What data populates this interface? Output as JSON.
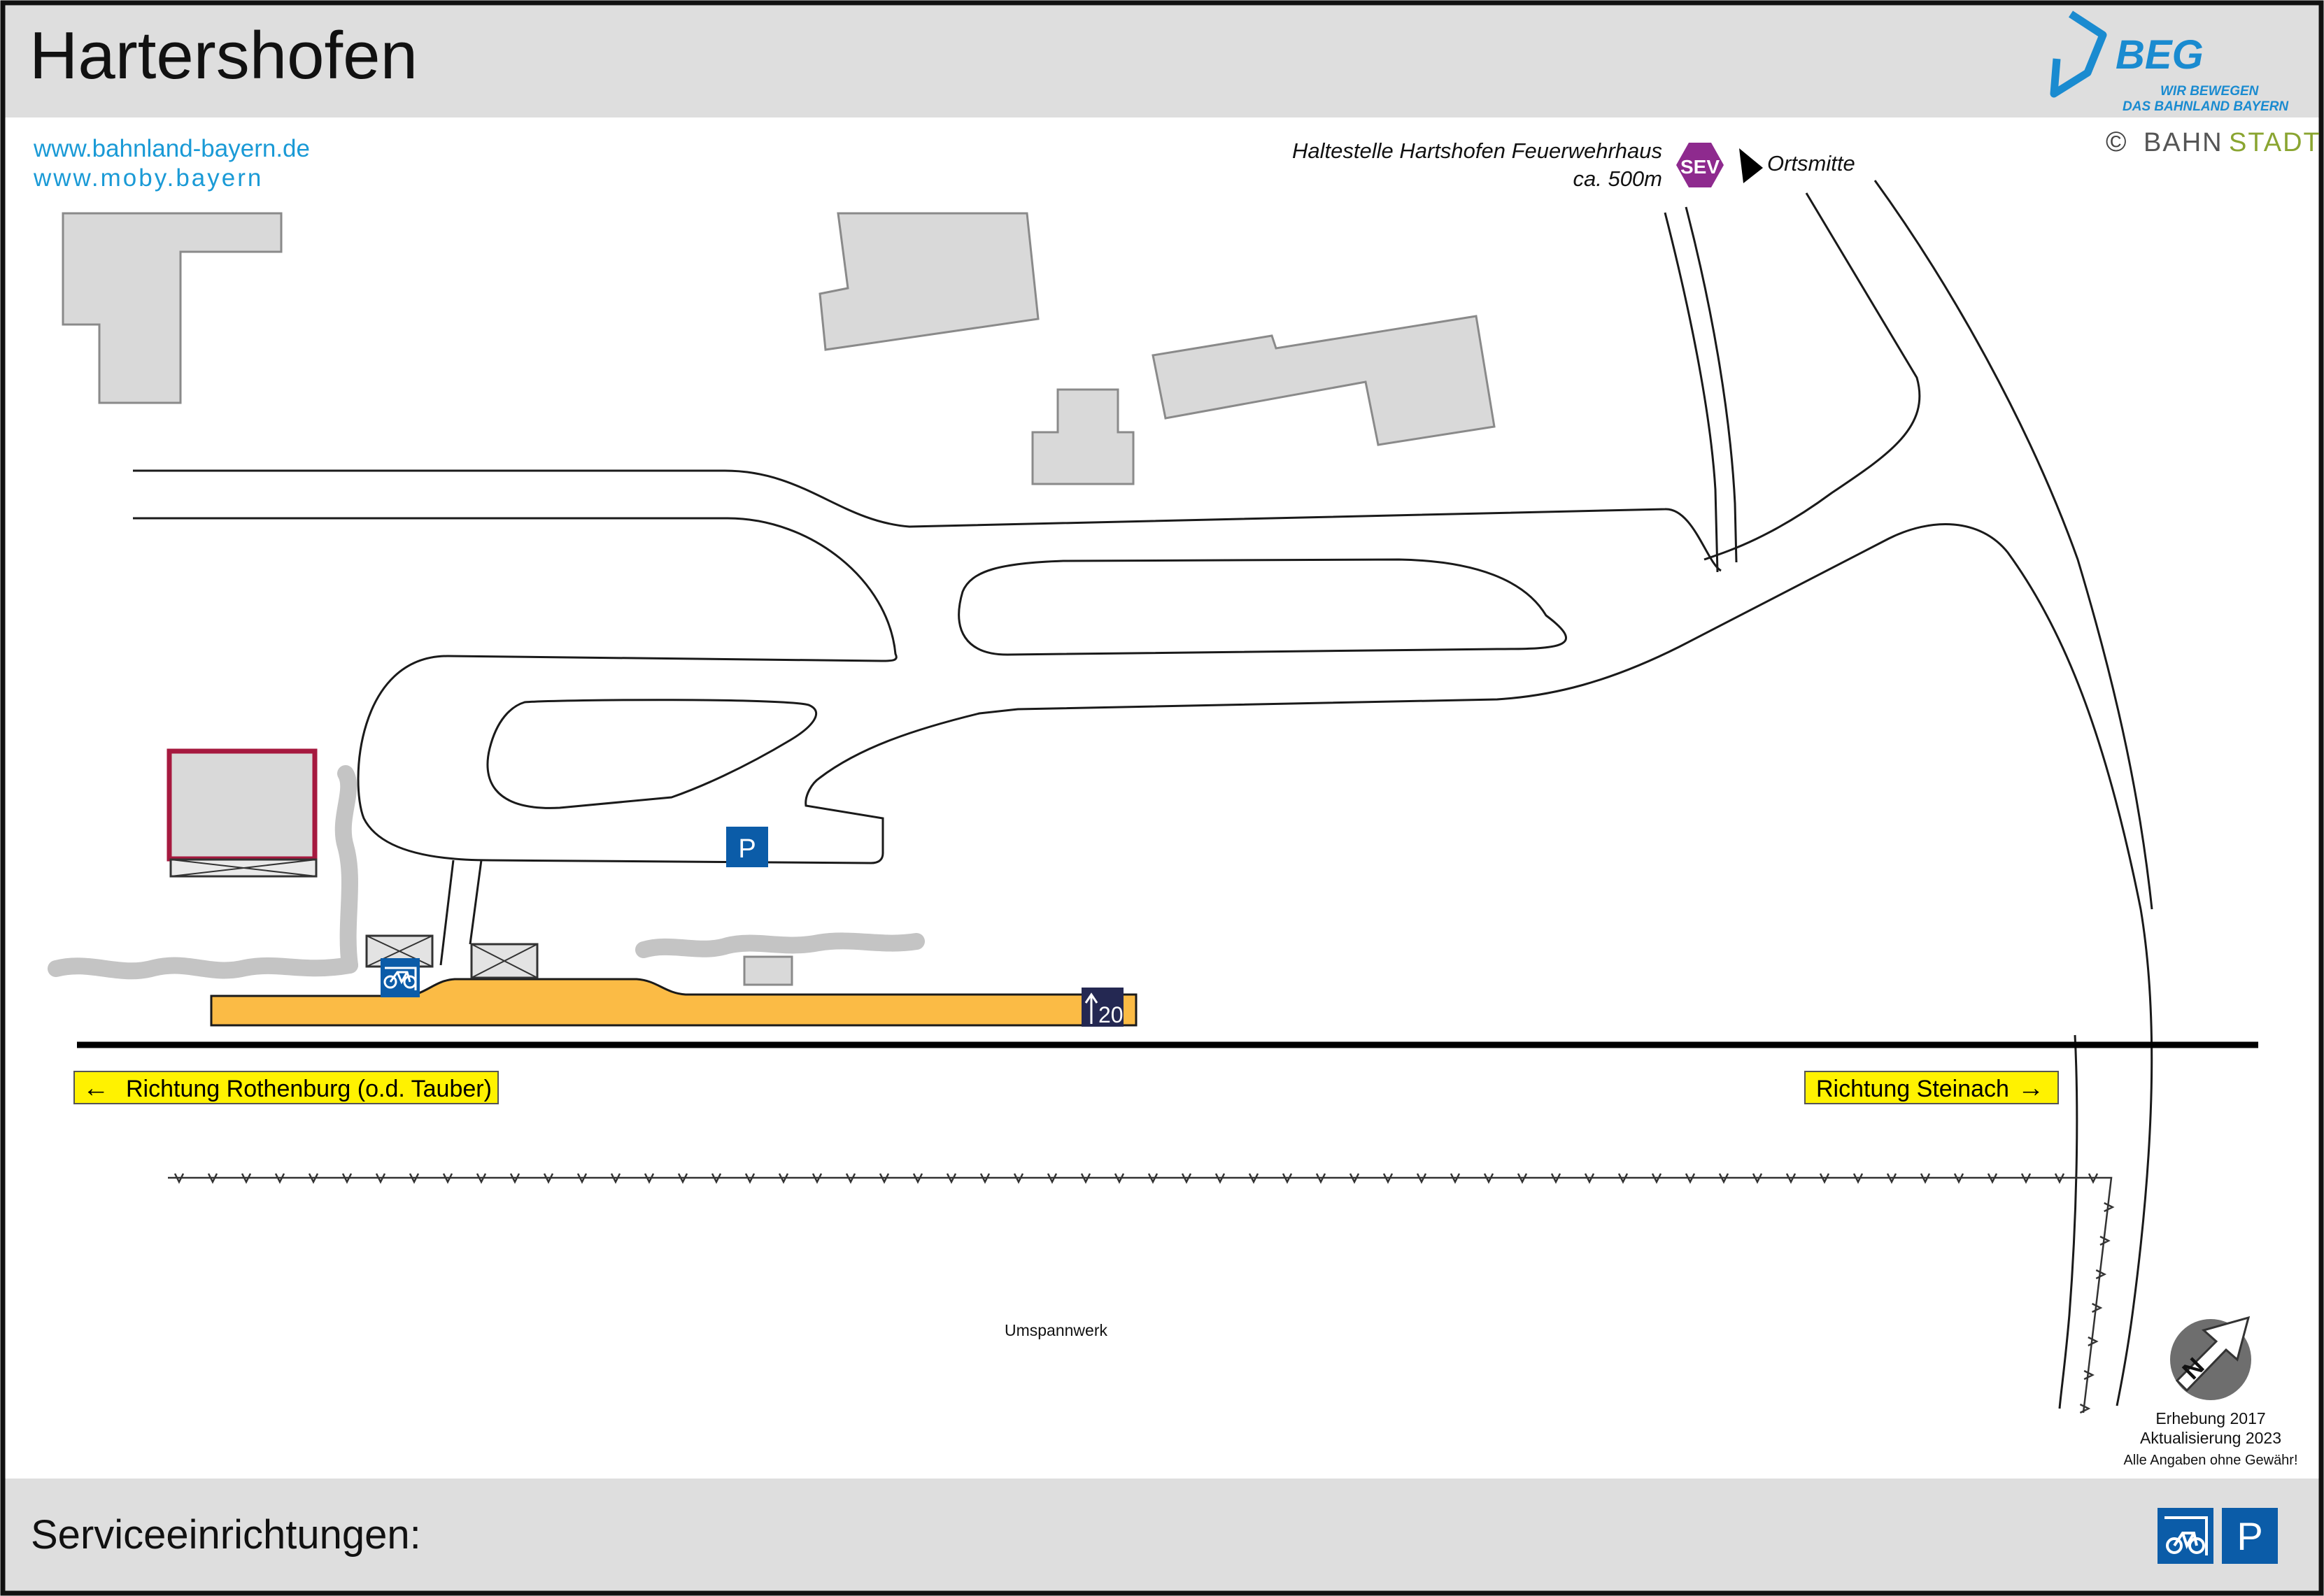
{
  "header": {
    "title": "Hartershofen",
    "logo_brand": "BEG",
    "logo_slogan_1": "WIR BEWEGEN",
    "logo_slogan_2": "DAS BAHNLAND BAYERN"
  },
  "links": {
    "site1": "www.bahnland-bayern.de",
    "site2": "www.moby.bayern"
  },
  "copyright": {
    "symbol": "©",
    "name_part1": "BAHN",
    "name_part2": "STADT"
  },
  "bus_stop": {
    "line1": "Haltestelle Hartshofen Feuerwehrhaus",
    "line2": "ca. 500m",
    "badge": "SEV",
    "direction": "Ortsmitte"
  },
  "directions": {
    "left": "Richtung Rothenburg (o.d. Tauber)",
    "right": "Richtung Steinach",
    "left_arrow": "←",
    "right_arrow": "→"
  },
  "map_labels": {
    "substation": "Umspannwerk",
    "parking_letter": "P",
    "platform_length": "20",
    "north": "N"
  },
  "survey": {
    "line1": "Erhebung 2017",
    "line2": "Aktualisierung 2023",
    "line3": "Alle Angaben ohne Gewähr!"
  },
  "footer": {
    "label": "Serviceeinrichtungen:",
    "icons": [
      "bike-parking-icon",
      "parking-icon"
    ],
    "parking_letter": "P"
  },
  "colors": {
    "header_bg": "#dedede",
    "link_blue": "#1a9ad6",
    "beg_blue": "#1a8bd0",
    "bahnstadt_green": "#8aa531",
    "service_blue": "#0b5ca8",
    "platform_orange": "#fbbb45",
    "direction_yellow": "#fff200",
    "sev_purple": "#8e2a8e",
    "highlight_building": "#a6193f",
    "navy": "#242852"
  }
}
